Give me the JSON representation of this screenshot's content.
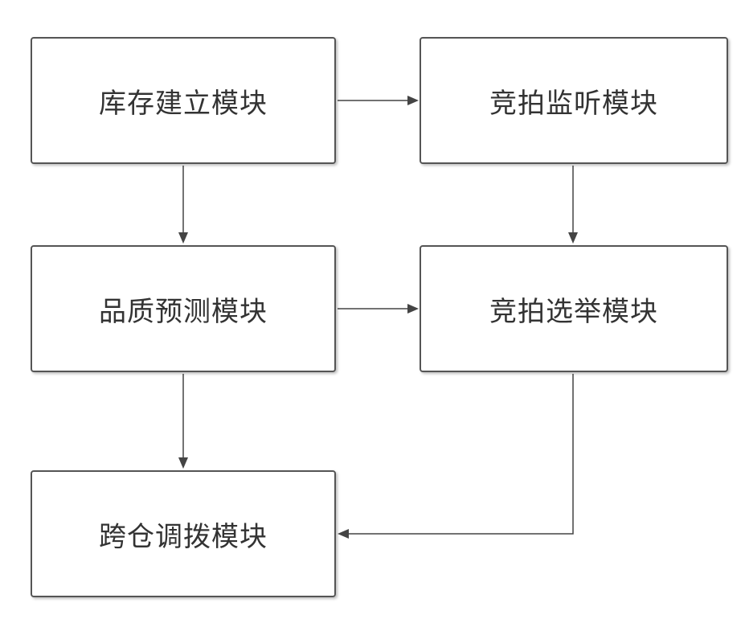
{
  "diagram": {
    "nodes": {
      "inventory": "库存建立模块",
      "monitor": "竞拍监听模块",
      "quality": "品质预测模块",
      "election": "竞拍选举模块",
      "transfer": "跨仓调拨模块"
    },
    "edges": [
      {
        "from": "inventory",
        "to": "monitor"
      },
      {
        "from": "inventory",
        "to": "quality"
      },
      {
        "from": "monitor",
        "to": "election"
      },
      {
        "from": "quality",
        "to": "election"
      },
      {
        "from": "quality",
        "to": "transfer"
      },
      {
        "from": "election",
        "to": "transfer"
      }
    ]
  }
}
